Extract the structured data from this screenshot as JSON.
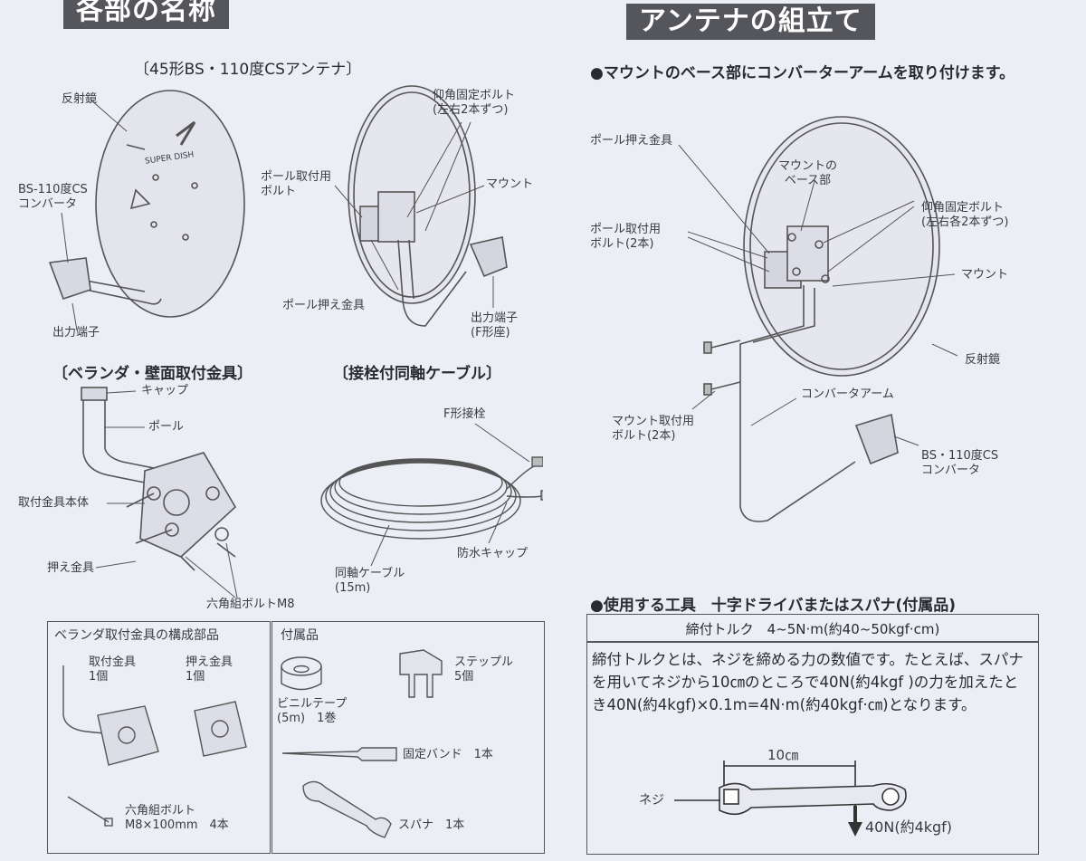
{
  "left": {
    "header": "各部の名称",
    "antenna_title": "〔45形BS・110度CSアンテナ〕",
    "antenna_front_labels": {
      "reflector": "反射鏡",
      "converter": "BS-110度CS\nコンバータ",
      "output": "出力端子",
      "logo": "SUPER DISH"
    },
    "antenna_back_labels": {
      "elevation_bolt": "仰角固定ボルト\n(左右2本ずつ)",
      "pole_bolt": "ポール取付用\nボルト",
      "mount": "マウント",
      "pole_clamp": "ポール押え金具",
      "output": "出力端子\n(F形座)"
    },
    "veranda_title": "〔ベランダ・壁面取付金具〕",
    "veranda_labels": {
      "cap": "キャップ",
      "pole": "ポール",
      "body": "取付金具本体",
      "clamp": "押え金具",
      "hex_bolt": "六角組ボルトM8"
    },
    "cable_title": "〔接栓付同軸ケーブル〕",
    "cable_labels": {
      "f_connector": "F形接栓",
      "waterproof_cap": "防水キャップ",
      "coax": "同軸ケーブル\n(15m)"
    },
    "parts_box_title": "ベランダ取付金具の構成部品",
    "parts_box": {
      "fitting": "取付金具\n1個",
      "clamp": "押え金具\n1個",
      "hex_bolt": "六角組ボルト\nM8×100mm　4本"
    },
    "accessories_title": "付属品",
    "accessories": {
      "vinyl_tape": "ビニルテープ\n(5m)　1巻",
      "staple": "ステップル\n5個",
      "band": "固定バンド　1本",
      "spanner": "スパナ　1本"
    }
  },
  "right": {
    "header": "アンテナの組立て",
    "step_bullet": "●マウントのベース部にコンバーターアームを取り付けます。",
    "labels": {
      "pole_clamp": "ポール押え金具",
      "mount_base": "マウントの\nベース部",
      "elevation_bolt": "仰角固定ボルト\n(左右各2本ずつ)",
      "pole_bolt": "ポール取付用\nボルト(2本)",
      "mount": "マウント",
      "reflector": "反射鏡",
      "arm": "コンバータアーム",
      "mount_bolt": "マウント取付用\nボルト(2本)",
      "converter": "BS・110度CS\nコンバータ"
    },
    "tools_bullet": "●使用する工具　十字ドライバまたはスパナ(付属品)",
    "torque_header": "締付トルク　4~5N·m(約40~50kgf·cm)",
    "torque_text": "締付トルクとは、ネジを締める力の数値です。たとえば、スパナを用いてネジから10㎝のところで40N(約4kgf )の力を加えたとき40N(約4kgf)×0.1m=4N·m(約40kgf·㎝)となります。",
    "wrench_labels": {
      "screw": "ネジ",
      "distance": "10㎝",
      "force": "40N(約4kgf)"
    }
  }
}
